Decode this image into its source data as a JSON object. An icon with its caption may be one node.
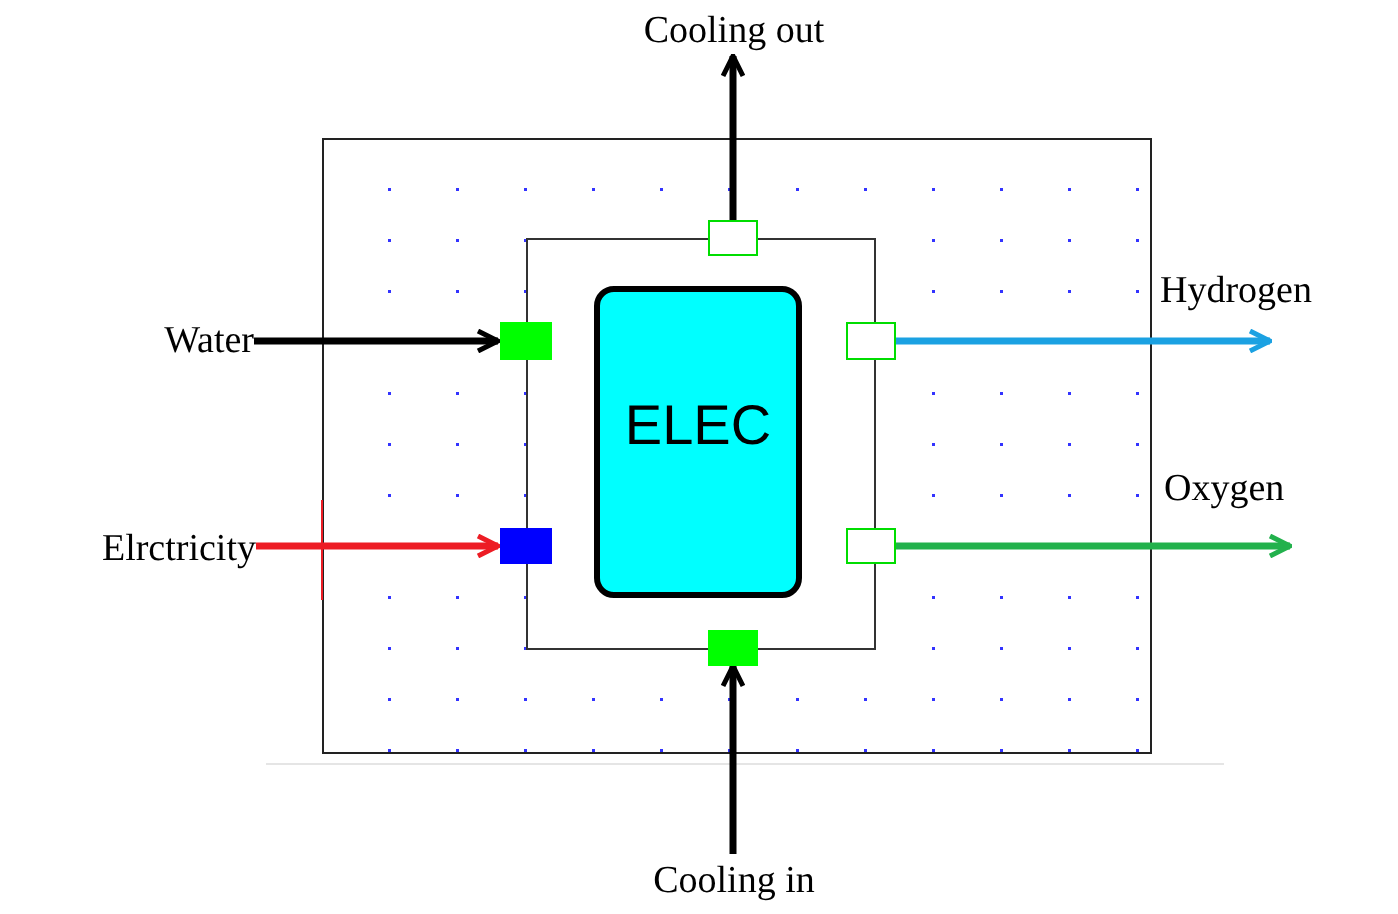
{
  "diagram": {
    "nodes": [
      {
        "text": [],
        "shape": "box"
      },
      {
        "text": [
          "ELEC"
        ],
        "in": 0
      },
      {
        "text": [],
        "shape": "box"
      },
      {
        "text": [],
        "shape": "box"
      },
      {
        "text": [],
        "shape": "box"
      },
      {
        "text": [],
        "shape": "box"
      },
      {
        "text": [],
        "shape": "box"
      },
      {
        "text": [],
        "shape": "box"
      },
      {
        "text": [
          "Cooling out"
        ]
      },
      {
        "text": [
          "Water"
        ]
      },
      {
        "text": [
          "Elrctricity"
        ]
      },
      {
        "text": [
          "Cooling in"
        ]
      }
    ],
    "edges": [
      {
        "from": 2,
        "to": 8,
        "arrow": "to"
      },
      {
        "from": 9,
        "to": 3,
        "arrow": "to"
      },
      {
        "from": 10,
        "to": 4,
        "arrow": "to",
        "color": "#ed1c24"
      },
      {
        "from": 5,
        "to": null,
        "arrow": "to",
        "label": "Hydrogen",
        "color": "#1ba1e2"
      },
      {
        "from": 6,
        "to": null,
        "arrow": "to",
        "label": "Oxygen",
        "color": "#22b14c"
      },
      {
        "from": 11,
        "to": 7,
        "arrow": "to"
      }
    ]
  }
}
